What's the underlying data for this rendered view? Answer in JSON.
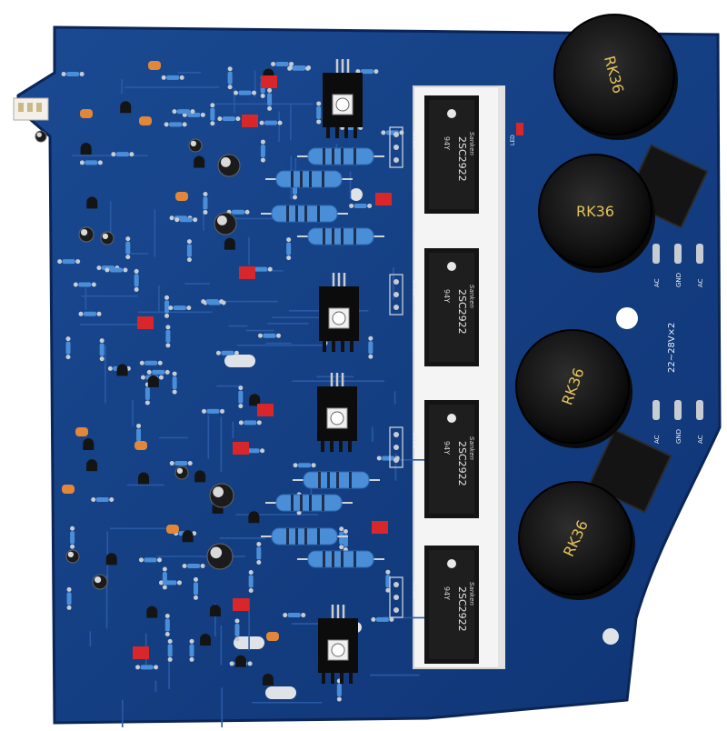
{
  "board": {
    "transistor_label": "2SC2922",
    "transistor_maker": "Sanken",
    "transistor_date": "94Y",
    "capacitor_label": "RK36",
    "supply_label": "22~28V×2",
    "connector_label": "2922",
    "terminals": [
      "AC",
      "GND",
      "AC"
    ],
    "led_label": "LED"
  },
  "colors": {
    "board": "#123c80",
    "board_edge": "#0c2a5e",
    "trace": "#2a5aa6",
    "pad": "#c7ccd3",
    "heatsink": "#f2f2f2",
    "capacitor": "#1a1a1a",
    "capacitor_text": "#e4c25a",
    "resistor_blue": "#4b8ed8",
    "smd_red": "#d8262a",
    "smd_orange": "#e2873a"
  }
}
